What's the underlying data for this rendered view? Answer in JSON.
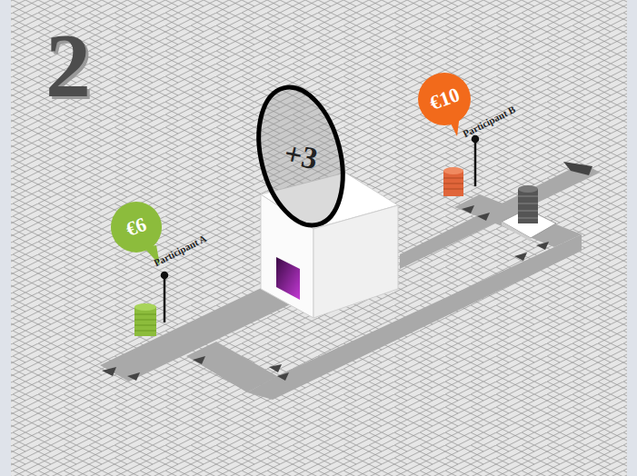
{
  "diagram": {
    "nodes": [
      {
        "text": [
          "€6"
        ]
      },
      {
        "text": [
          "+3"
        ]
      },
      {
        "text": [
          "€10"
        ]
      }
    ],
    "labels": [
      "2",
      "Participant A",
      "Participant B"
    ]
  }
}
